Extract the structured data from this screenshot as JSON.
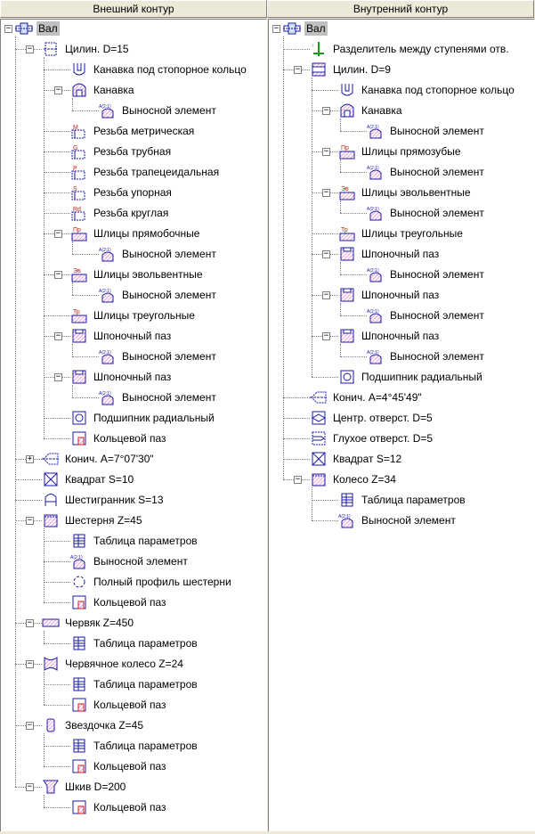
{
  "left": {
    "title": "Внешний контур",
    "items": [
      {
        "label": "Вал",
        "depth": 0,
        "icon": "shaft-icon",
        "expand": "minus",
        "selected": true
      },
      {
        "label": "Цилин. D=15",
        "depth": 1,
        "icon": "cylinder-icon",
        "expand": "minus"
      },
      {
        "label": "Канавка под стопорное кольцо",
        "depth": 2,
        "icon": "retaining-groove-icon"
      },
      {
        "label": "Канавка",
        "depth": 2,
        "icon": "groove-icon",
        "expand": "minus"
      },
      {
        "label": "Выносной элемент",
        "depth": 3,
        "icon": "detail-view-icon"
      },
      {
        "label": "Резьба метрическая",
        "depth": 2,
        "icon": "thread-metric-icon"
      },
      {
        "label": "Резьба трубная",
        "depth": 2,
        "icon": "thread-pipe-icon"
      },
      {
        "label": "Резьба трапецеидальная",
        "depth": 2,
        "icon": "thread-trapezoidal-icon"
      },
      {
        "label": "Резьба упорная",
        "depth": 2,
        "icon": "thread-buttress-icon"
      },
      {
        "label": "Резьба круглая",
        "depth": 2,
        "icon": "thread-round-icon"
      },
      {
        "label": "Шлицы прямобочные",
        "depth": 2,
        "icon": "splines-straight-icon",
        "expand": "minus"
      },
      {
        "label": "Выносной элемент",
        "depth": 3,
        "icon": "detail-view-icon"
      },
      {
        "label": "Шлицы эвольвентные",
        "depth": 2,
        "icon": "splines-involute-icon",
        "expand": "minus"
      },
      {
        "label": "Выносной элемент",
        "depth": 3,
        "icon": "detail-view-icon"
      },
      {
        "label": "Шлицы треугольные",
        "depth": 2,
        "icon": "splines-triangular-icon"
      },
      {
        "label": "Шпоночный паз",
        "depth": 2,
        "icon": "keyway-icon",
        "expand": "minus"
      },
      {
        "label": "Выносной элемент",
        "depth": 3,
        "icon": "detail-view-icon"
      },
      {
        "label": "Шпоночный паз",
        "depth": 2,
        "icon": "keyway-icon",
        "expand": "minus"
      },
      {
        "label": "Выносной элемент",
        "depth": 3,
        "icon": "detail-view-icon"
      },
      {
        "label": "Подшипник радиальный",
        "depth": 2,
        "icon": "bearing-icon"
      },
      {
        "label": "Кольцевой паз",
        "depth": 2,
        "icon": "annular-groove-icon"
      },
      {
        "label": "Конич. A=7°07'30\"",
        "depth": 1,
        "icon": "cone-icon",
        "expand": "plus"
      },
      {
        "label": "Квадрат S=10",
        "depth": 1,
        "icon": "square-icon"
      },
      {
        "label": "Шестигранник S=13",
        "depth": 1,
        "icon": "hexagon-icon"
      },
      {
        "label": "Шестерня Z=45",
        "depth": 1,
        "icon": "gear-icon",
        "expand": "minus"
      },
      {
        "label": "Таблица параметров",
        "depth": 2,
        "icon": "parameter-table-icon"
      },
      {
        "label": "Выносной элемент",
        "depth": 2,
        "icon": "detail-view-icon"
      },
      {
        "label": "Полный профиль шестерни",
        "depth": 2,
        "icon": "gear-profile-icon"
      },
      {
        "label": "Кольцевой паз",
        "depth": 2,
        "icon": "annular-groove-icon"
      },
      {
        "label": "Червяк Z=450",
        "depth": 1,
        "icon": "worm-icon",
        "expand": "minus"
      },
      {
        "label": "Таблица параметров",
        "depth": 2,
        "icon": "parameter-table-icon"
      },
      {
        "label": "Червячное колесо Z=24",
        "depth": 1,
        "icon": "worm-wheel-icon",
        "expand": "minus"
      },
      {
        "label": "Таблица параметров",
        "depth": 2,
        "icon": "parameter-table-icon"
      },
      {
        "label": "Кольцевой паз",
        "depth": 2,
        "icon": "annular-groove-icon"
      },
      {
        "label": "Звездочка Z=45",
        "depth": 1,
        "icon": "sprocket-icon",
        "expand": "minus"
      },
      {
        "label": "Таблица параметров",
        "depth": 2,
        "icon": "parameter-table-icon"
      },
      {
        "label": "Кольцевой паз",
        "depth": 2,
        "icon": "annular-groove-icon"
      },
      {
        "label": "Шкив D=200",
        "depth": 1,
        "icon": "pulley-icon",
        "expand": "minus"
      },
      {
        "label": "Кольцевой паз",
        "depth": 2,
        "icon": "annular-groove-icon"
      }
    ]
  },
  "right": {
    "title": "Внутренний контур",
    "items": [
      {
        "label": "Вал",
        "depth": 0,
        "icon": "shaft-icon",
        "expand": "minus",
        "selected": true
      },
      {
        "label": "Разделитель между ступенями отв.",
        "depth": 1,
        "icon": "step-separator-icon"
      },
      {
        "label": "Цилин. D=9",
        "depth": 1,
        "icon": "cylinder-bore-icon",
        "expand": "minus"
      },
      {
        "label": "Канавка под стопорное кольцо",
        "depth": 2,
        "icon": "retaining-groove-icon"
      },
      {
        "label": "Канавка",
        "depth": 2,
        "icon": "groove-icon",
        "expand": "minus"
      },
      {
        "label": "Выносной элемент",
        "depth": 3,
        "icon": "detail-view-icon"
      },
      {
        "label": "Шлицы прямозубые",
        "depth": 2,
        "icon": "splines-straight-icon",
        "expand": "minus"
      },
      {
        "label": "Выносной элемент",
        "depth": 3,
        "icon": "detail-view-icon"
      },
      {
        "label": "Шлицы эвольвентные",
        "depth": 2,
        "icon": "splines-involute-icon",
        "expand": "minus"
      },
      {
        "label": "Выносной элемент",
        "depth": 3,
        "icon": "detail-view-icon"
      },
      {
        "label": "Шлицы треугольные",
        "depth": 2,
        "icon": "splines-triangular-icon"
      },
      {
        "label": "Шпоночный паз",
        "depth": 2,
        "icon": "keyway-icon",
        "expand": "minus"
      },
      {
        "label": "Выносной элемент",
        "depth": 3,
        "icon": "detail-view-icon"
      },
      {
        "label": "Шпоночный паз",
        "depth": 2,
        "icon": "keyway-icon",
        "expand": "minus"
      },
      {
        "label": "Выносной элемент",
        "depth": 3,
        "icon": "detail-view-icon"
      },
      {
        "label": "Шпоночный паз",
        "depth": 2,
        "icon": "keyway-icon",
        "expand": "minus"
      },
      {
        "label": "Выносной элемент",
        "depth": 3,
        "icon": "detail-view-icon"
      },
      {
        "label": "Подшипник радиальный",
        "depth": 2,
        "icon": "bearing-icon"
      },
      {
        "label": "Конич. A=4°45'49\"",
        "depth": 1,
        "icon": "cone-icon"
      },
      {
        "label": "Центр. отверст. D=5",
        "depth": 1,
        "icon": "center-hole-icon"
      },
      {
        "label": "Глухое отверст. D=5",
        "depth": 1,
        "icon": "blind-hole-icon"
      },
      {
        "label": "Квадрат S=12",
        "depth": 1,
        "icon": "square-icon"
      },
      {
        "label": "Колесо Z=34",
        "depth": 1,
        "icon": "gear-icon",
        "expand": "minus"
      },
      {
        "label": "Таблица параметров",
        "depth": 2,
        "icon": "parameter-table-icon"
      },
      {
        "label": "Выносной элемент",
        "depth": 2,
        "icon": "detail-view-icon"
      }
    ]
  },
  "colors": {
    "icon_blue": "#1a1aa6",
    "icon_red": "#cc1a1a",
    "icon_hatch": "#e060c0",
    "icon_green": "#1a9a1a",
    "header_bg": "#ece9d8"
  }
}
